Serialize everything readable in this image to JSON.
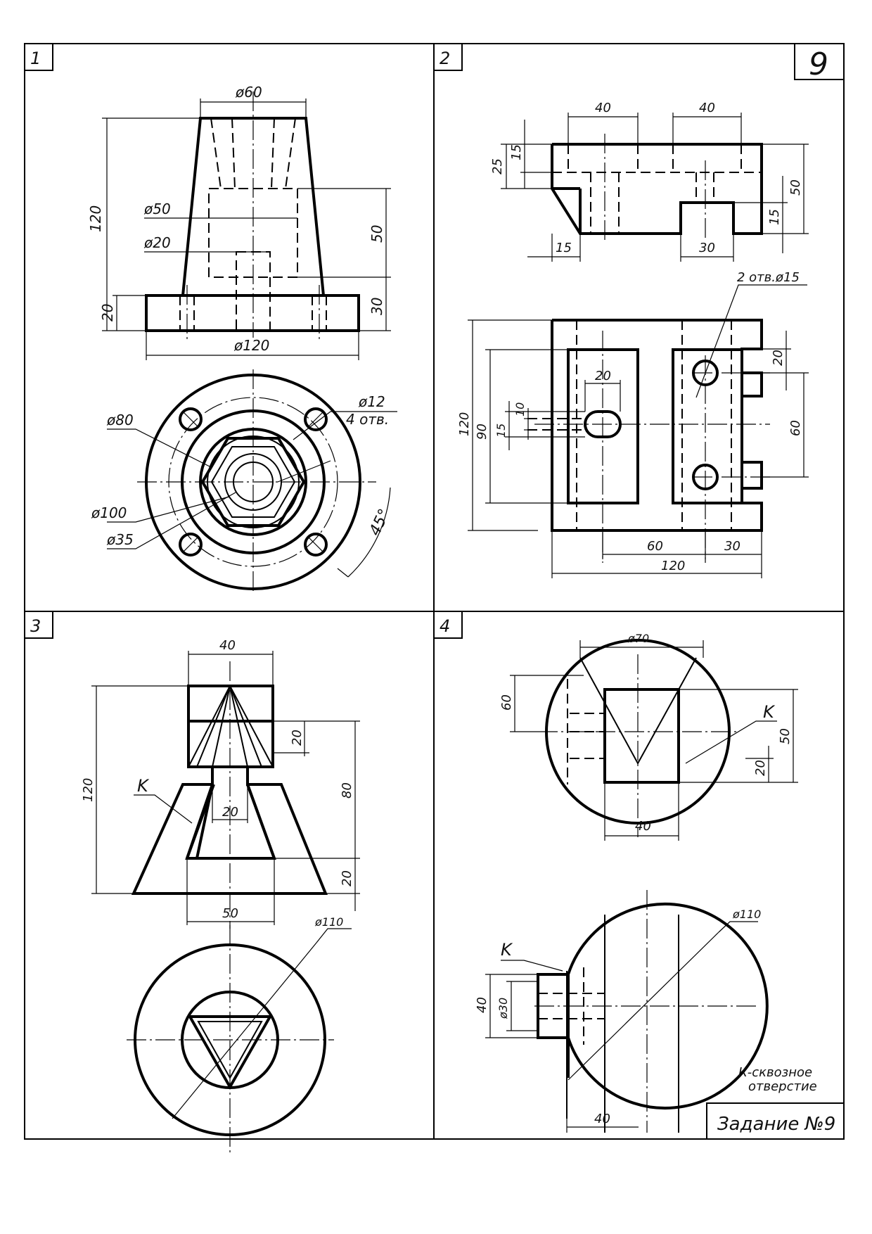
{
  "sheet": {
    "variant": "9",
    "task_title": "Задание №9",
    "panels": [
      {
        "number": "1"
      },
      {
        "number": "2"
      },
      {
        "number": "3"
      },
      {
        "number": "4"
      }
    ]
  },
  "panel1": {
    "dims": {
      "d60": "ø60",
      "h120": "120",
      "d50": "ø50",
      "d20": "ø20",
      "h50": "50",
      "h20": "20",
      "h30": "30",
      "d120": "ø120",
      "d80": "ø80",
      "d12": "ø12",
      "holes": "4 отв.",
      "d100": "ø100",
      "d35": "ø35",
      "angle": "45°"
    }
  },
  "panel2": {
    "dims": {
      "w40a": "40",
      "w40b": "40",
      "h25": "25",
      "h15a": "15",
      "h50": "50",
      "h15b": "15",
      "w15": "15",
      "w30": "30",
      "holes": "2 отв.ø15",
      "h20": "20",
      "w20": "20",
      "h10": "10",
      "h15c": "15",
      "h90": "90",
      "h120": "120",
      "h60": "60",
      "w60": "60",
      "w30b": "30",
      "w120": "120"
    }
  },
  "panel3": {
    "dims": {
      "w40": "40",
      "h120": "120",
      "h20a": "20",
      "h80": "80",
      "k": "K",
      "w20": "20",
      "h20b": "20",
      "w50": "50",
      "d110": "ø110"
    }
  },
  "panel4": {
    "dims": {
      "d70": "ø70",
      "h60": "60",
      "k1": "K",
      "h50": "50",
      "h20": "20",
      "w40a": "40",
      "d110": "ø110",
      "k2": "K",
      "h40": "40",
      "d30": "ø30",
      "w40b": "40"
    },
    "note_line1": "К-сквозное",
    "note_line2": "отверстие"
  }
}
